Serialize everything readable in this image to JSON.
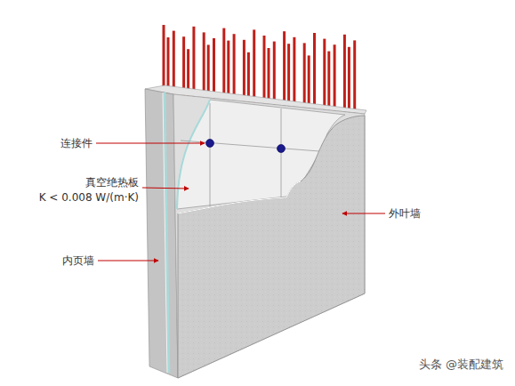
{
  "diagram": {
    "labels": [
      "连接件",
      "真空绝热板",
      "K < 0.008 W/(m·K)",
      "内页墙",
      "外叶墙",
      "头条 @装配建筑"
    ]
  }
}
